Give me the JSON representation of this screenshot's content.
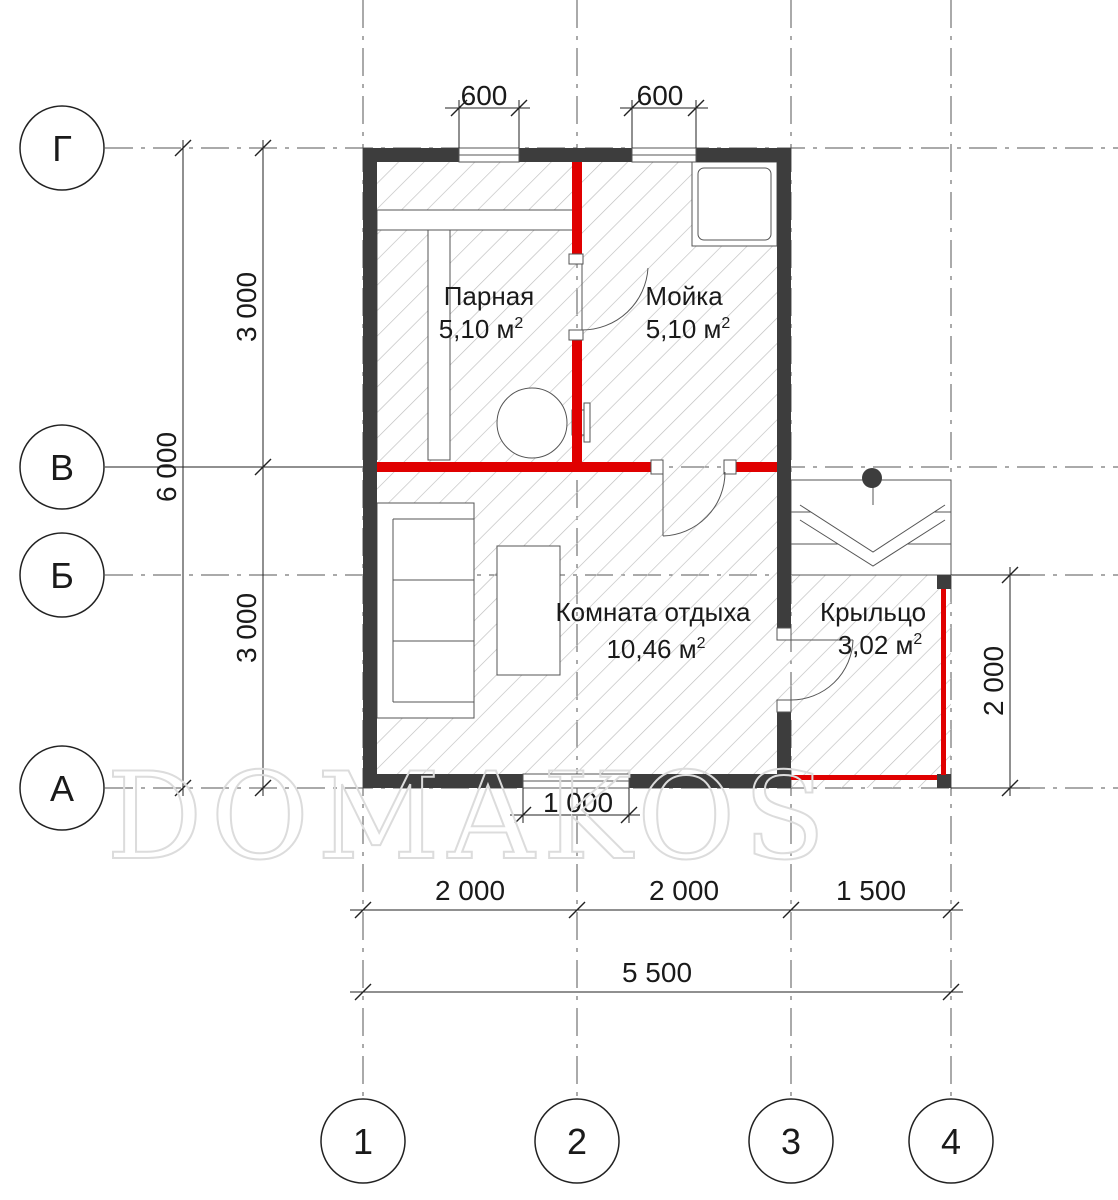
{
  "axes": {
    "rows": [
      {
        "label": "Г"
      },
      {
        "label": "В"
      },
      {
        "label": "Б"
      },
      {
        "label": "А"
      }
    ],
    "columns": [
      {
        "label": "1"
      },
      {
        "label": "2"
      },
      {
        "label": "3"
      },
      {
        "label": "4"
      }
    ]
  },
  "dimensions": {
    "left_upper": "3 000",
    "left_lower": "3 000",
    "left_total": "6 000",
    "right_porch": "2 000",
    "bottom_col_1_2": "2 000",
    "bottom_col_2_3": "2 000",
    "bottom_col_3_4": "1 500",
    "bottom_total": "5 500",
    "window_parnaya": "600",
    "window_moyka": "600",
    "window_rest": "1 000"
  },
  "rooms": [
    {
      "name": "Парная",
      "area": "5,10 м",
      "sup": "2"
    },
    {
      "name": "Мойка",
      "area": "5,10 м",
      "sup": "2"
    },
    {
      "name": "Комната отдыха",
      "area": "10,46 м",
      "sup": "2"
    },
    {
      "name": "Крыльцо",
      "area": "3,02 м",
      "sup": "2"
    }
  ],
  "watermark": "DOMAKOS",
  "colors": {
    "wall": "#3d3d3d",
    "partition": "#e00000",
    "hatch": "#bdbdbd"
  }
}
